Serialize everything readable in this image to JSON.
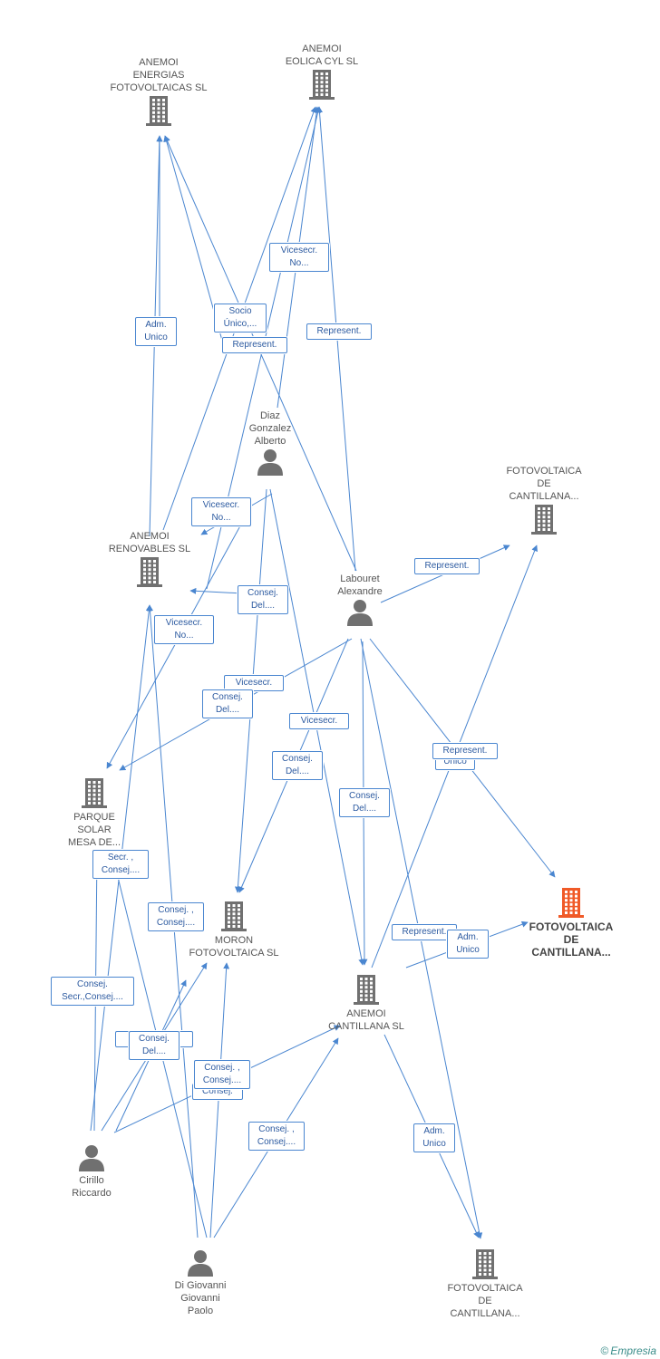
{
  "colors": {
    "edge": "#4a86d0",
    "icon": "#707070",
    "highlight": "#f05a28"
  },
  "nodes": [
    {
      "id": "energias",
      "type": "building-icon",
      "label": "ANEMOI\nENERGIAS\nFOTOVOLTAICAS SL"
    },
    {
      "id": "eolica",
      "type": "building-icon",
      "label": "ANEMOI\nEOLICA CYL  SL"
    },
    {
      "id": "diaz",
      "type": "person-icon",
      "label": "Diaz\nGonzalez\nAlberto"
    },
    {
      "id": "fotocant_top",
      "type": "building-icon",
      "label": "FOTOVOLTAICA\nDE\nCANTILLANA..."
    },
    {
      "id": "renovables",
      "type": "building-icon",
      "label": "ANEMOI\nRENOVABLES SL"
    },
    {
      "id": "labouret",
      "type": "person-icon",
      "label": "Labouret\nAlexandre"
    },
    {
      "id": "parque",
      "type": "building-icon",
      "label": "PARQUE\nSOLAR\nMESA DE..."
    },
    {
      "id": "fotocant_main",
      "type": "building-icon",
      "label": "FOTOVOLTAICA\nDE\nCANTILLANA..."
    },
    {
      "id": "moron",
      "type": "building-icon",
      "label": "MORON\nFOTOVOLTAICA SL"
    },
    {
      "id": "cantillana",
      "type": "building-icon",
      "label": "ANEMOI\nCANTILLANA SL"
    },
    {
      "id": "cirillo",
      "type": "person-icon",
      "label": "Cirillo\nRiccardo"
    },
    {
      "id": "digiovanni",
      "type": "person-icon",
      "label": "Di Giovanni\nGiovanni\nPaolo"
    },
    {
      "id": "fotocant_bottom",
      "type": "building-icon",
      "label": "FOTOVOLTAICA\nDE\nCANTILLANA..."
    }
  ],
  "edge_labels": [
    "Vicesecr.\nNo...",
    "Socio\nÚnico,...",
    "Adm.\nUnico",
    "Represent.",
    "Represent.",
    "Vicesecr.\nNo...",
    "Represent.",
    "Consej.\nDel....",
    "Vicesecr.\nNo...",
    "Vicesecr.",
    "Consej.\nDel....",
    "Vicesecr.",
    "Consej.\nDel....",
    "Unico",
    "Represent.",
    "Consej.\nDel....",
    "Secr. ,\nConsej....",
    "Consej. ,\nConsej....",
    "Represent.",
    "Adm.\nUnico",
    "Consej.\nSecr.,Consej....",
    "S...",
    "Consej.\nDel....",
    "Consej.",
    "Consej. ,\nConsej....",
    "Consej. ,\nConsej....",
    "Adm.\nUnico"
  ],
  "brand": {
    "copyright": "©",
    "name": "Empresia"
  }
}
